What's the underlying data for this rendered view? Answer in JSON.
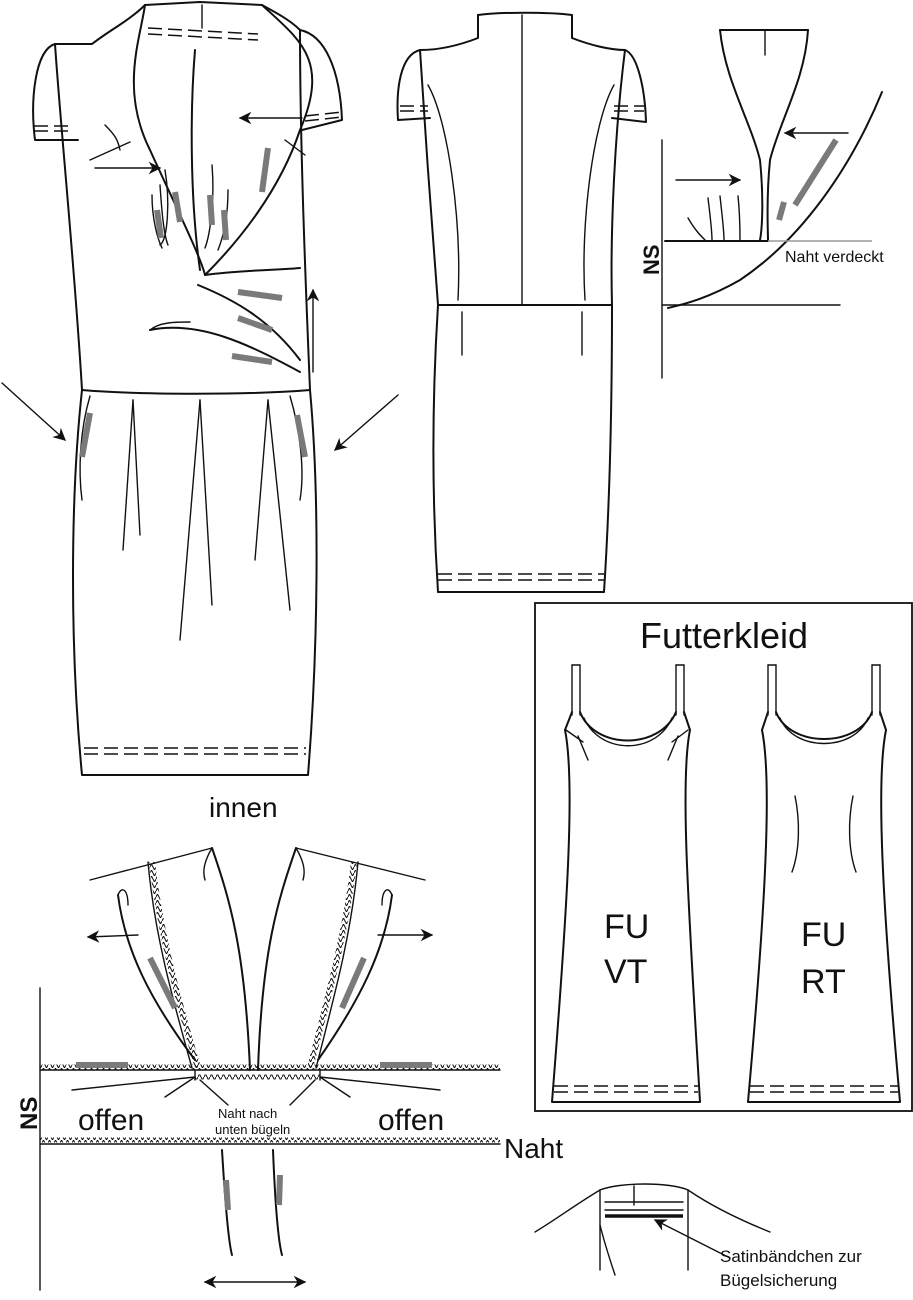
{
  "labels": {
    "ns_top": "NS",
    "naht_verdeckt": "Naht verdeckt",
    "innen": "innen",
    "futterkleid": "Futterkleid",
    "fu_vt_1": "FU",
    "fu_vt_2": "VT",
    "fu_rt_1": "FU",
    "fu_rt_2": "RT",
    "ns_bottom": "NS",
    "offen_left": "offen",
    "offen_right": "offen",
    "naht_nach_1": "Naht nach",
    "naht_nach_2": "unten bügeln",
    "naht": "Naht",
    "satin_1": "Satinbändchen zur",
    "satin_2": "Bügelsicherung"
  },
  "colors": {
    "line": "#111111",
    "accent_grey": "#7a7a7a"
  }
}
